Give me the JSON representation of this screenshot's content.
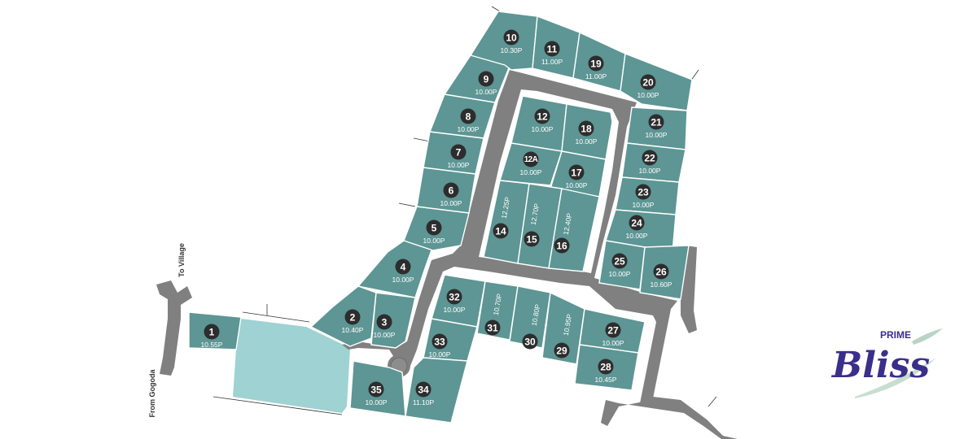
{
  "directions": {
    "to_village": "To Village",
    "from_gogoda": "From Gogoda"
  },
  "logo": {
    "prime": "PRIME",
    "bliss": "Bliss"
  },
  "lots": [
    {
      "id": "1",
      "size": "10.55P"
    },
    {
      "id": "2",
      "size": "10.40P"
    },
    {
      "id": "3",
      "size": "10.00P"
    },
    {
      "id": "4",
      "size": "10.00P"
    },
    {
      "id": "5",
      "size": "10.00P"
    },
    {
      "id": "6",
      "size": "10.00P"
    },
    {
      "id": "7",
      "size": "10.00P"
    },
    {
      "id": "8",
      "size": "10.00P"
    },
    {
      "id": "9",
      "size": "10.00P"
    },
    {
      "id": "10",
      "size": "10.30P"
    },
    {
      "id": "11",
      "size": "11.00P"
    },
    {
      "id": "12",
      "size": "10.00P"
    },
    {
      "id": "12A",
      "size": "10.00P"
    },
    {
      "id": "14",
      "size": "12.25P"
    },
    {
      "id": "15",
      "size": "12.70P"
    },
    {
      "id": "16",
      "size": "12.40P"
    },
    {
      "id": "17",
      "size": "10.00P"
    },
    {
      "id": "18",
      "size": "10.00P"
    },
    {
      "id": "19",
      "size": "11.00P"
    },
    {
      "id": "20",
      "size": "10.00P"
    },
    {
      "id": "21",
      "size": "10.00P"
    },
    {
      "id": "22",
      "size": "10.00P"
    },
    {
      "id": "23",
      "size": "10.00P"
    },
    {
      "id": "24",
      "size": "10.00P"
    },
    {
      "id": "25",
      "size": "10.00P"
    },
    {
      "id": "26",
      "size": "10.60P"
    },
    {
      "id": "27",
      "size": "10.00P"
    },
    {
      "id": "28",
      "size": "10.45P"
    },
    {
      "id": "29",
      "size": "10.95P"
    },
    {
      "id": "30",
      "size": "10.80P"
    },
    {
      "id": "31",
      "size": "10.70P"
    },
    {
      "id": "32",
      "size": "10.00P"
    },
    {
      "id": "33",
      "size": "10.00P"
    },
    {
      "id": "34",
      "size": "11.10P"
    },
    {
      "id": "35",
      "size": "10.00P"
    }
  ]
}
